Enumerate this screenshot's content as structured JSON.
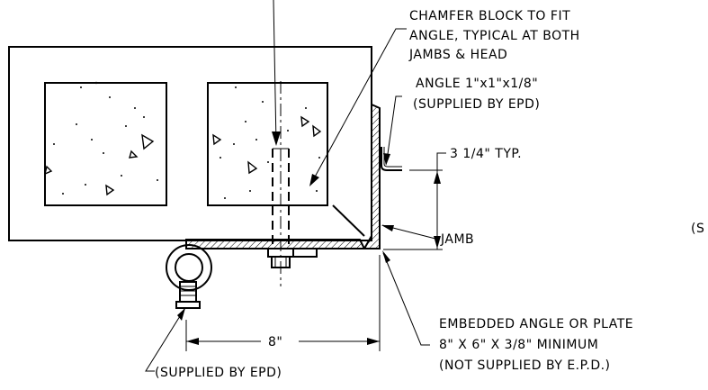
{
  "labels": {
    "chamfer_line1": "CHAMFER BLOCK TO FIT",
    "chamfer_line2": "ANGLE, TYPICAL AT BOTH",
    "chamfer_line3": "JAMBS & HEAD",
    "angle_line1": "ANGLE 1\"x1\"x1/8\"",
    "angle_line2": "(SUPPLIED BY EPD)",
    "typ_dim": "3 1/4\" TYP.",
    "jamb": "JAMB",
    "embedded_line1": "EMBEDDED ANGLE OR PLATE",
    "embedded_line2": "8\" X 6\" X 3/8\" MINIMUM",
    "embedded_line3": "(NOT SUPPLIED BY E.P.D.)",
    "width_dim": "8\"",
    "supplied_bottom": "(SUPPLIED BY EPD)",
    "cut_right": "(S"
  },
  "colors": {
    "line": "#000000",
    "background": "#ffffff"
  }
}
